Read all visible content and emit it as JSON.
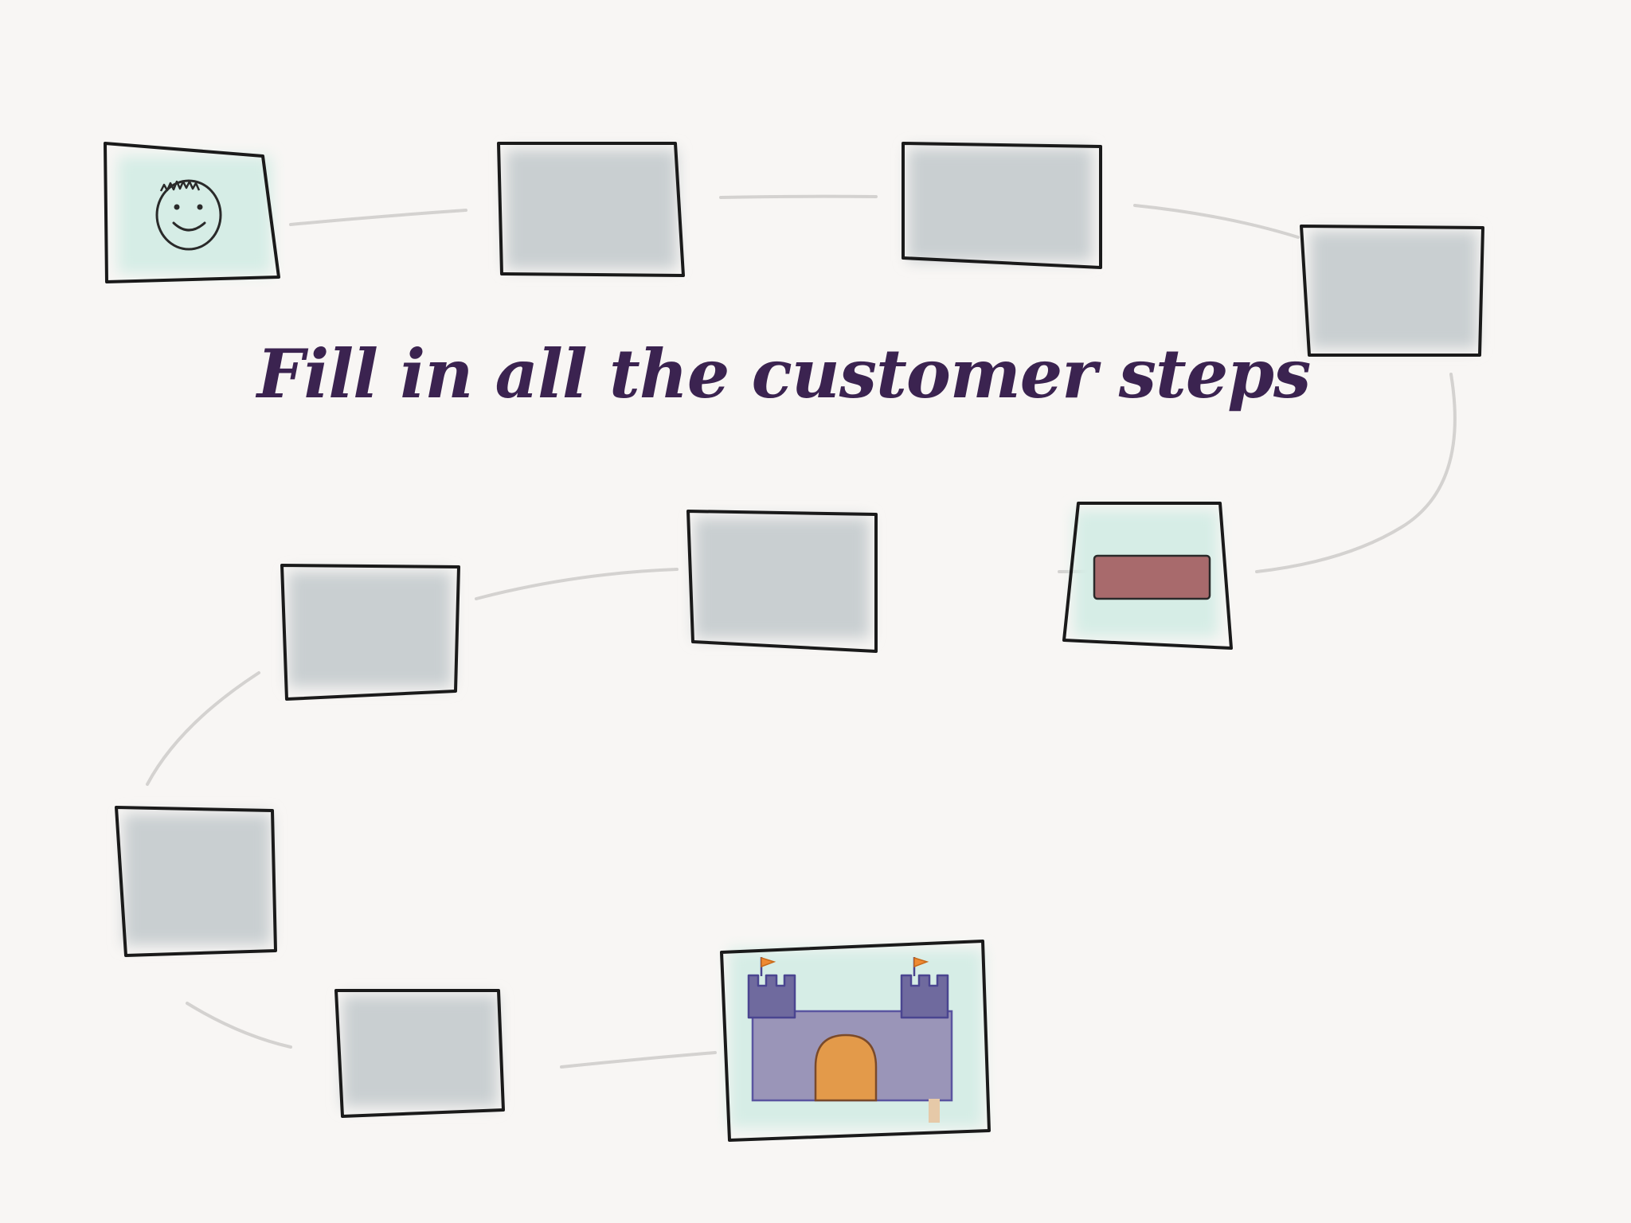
{
  "diagram": {
    "title": "Fill in all the customer steps",
    "steps": [
      {
        "kind": "customer",
        "icon": "smiley-face-icon"
      },
      {
        "kind": "blank"
      },
      {
        "kind": "blank"
      },
      {
        "kind": "blank"
      },
      {
        "kind": "button",
        "icon": "button-icon"
      },
      {
        "kind": "blank"
      },
      {
        "kind": "blank"
      },
      {
        "kind": "blank"
      },
      {
        "kind": "blank"
      },
      {
        "kind": "goal",
        "icon": "castle-icon"
      }
    ],
    "colors": {
      "background": "#f8f6f4",
      "box_border": "#1a1a1a",
      "blank_fill": "#c9cfd1",
      "highlight_fill": "#d6ede6",
      "connector": "#d4d2d0",
      "title": "#3b2350",
      "button_fill": "#a86a6c",
      "castle_wall": "#9a95b8",
      "castle_tower": "#6f6a9e",
      "castle_door": "#e39a4a",
      "flag": "#ee8a33"
    }
  }
}
